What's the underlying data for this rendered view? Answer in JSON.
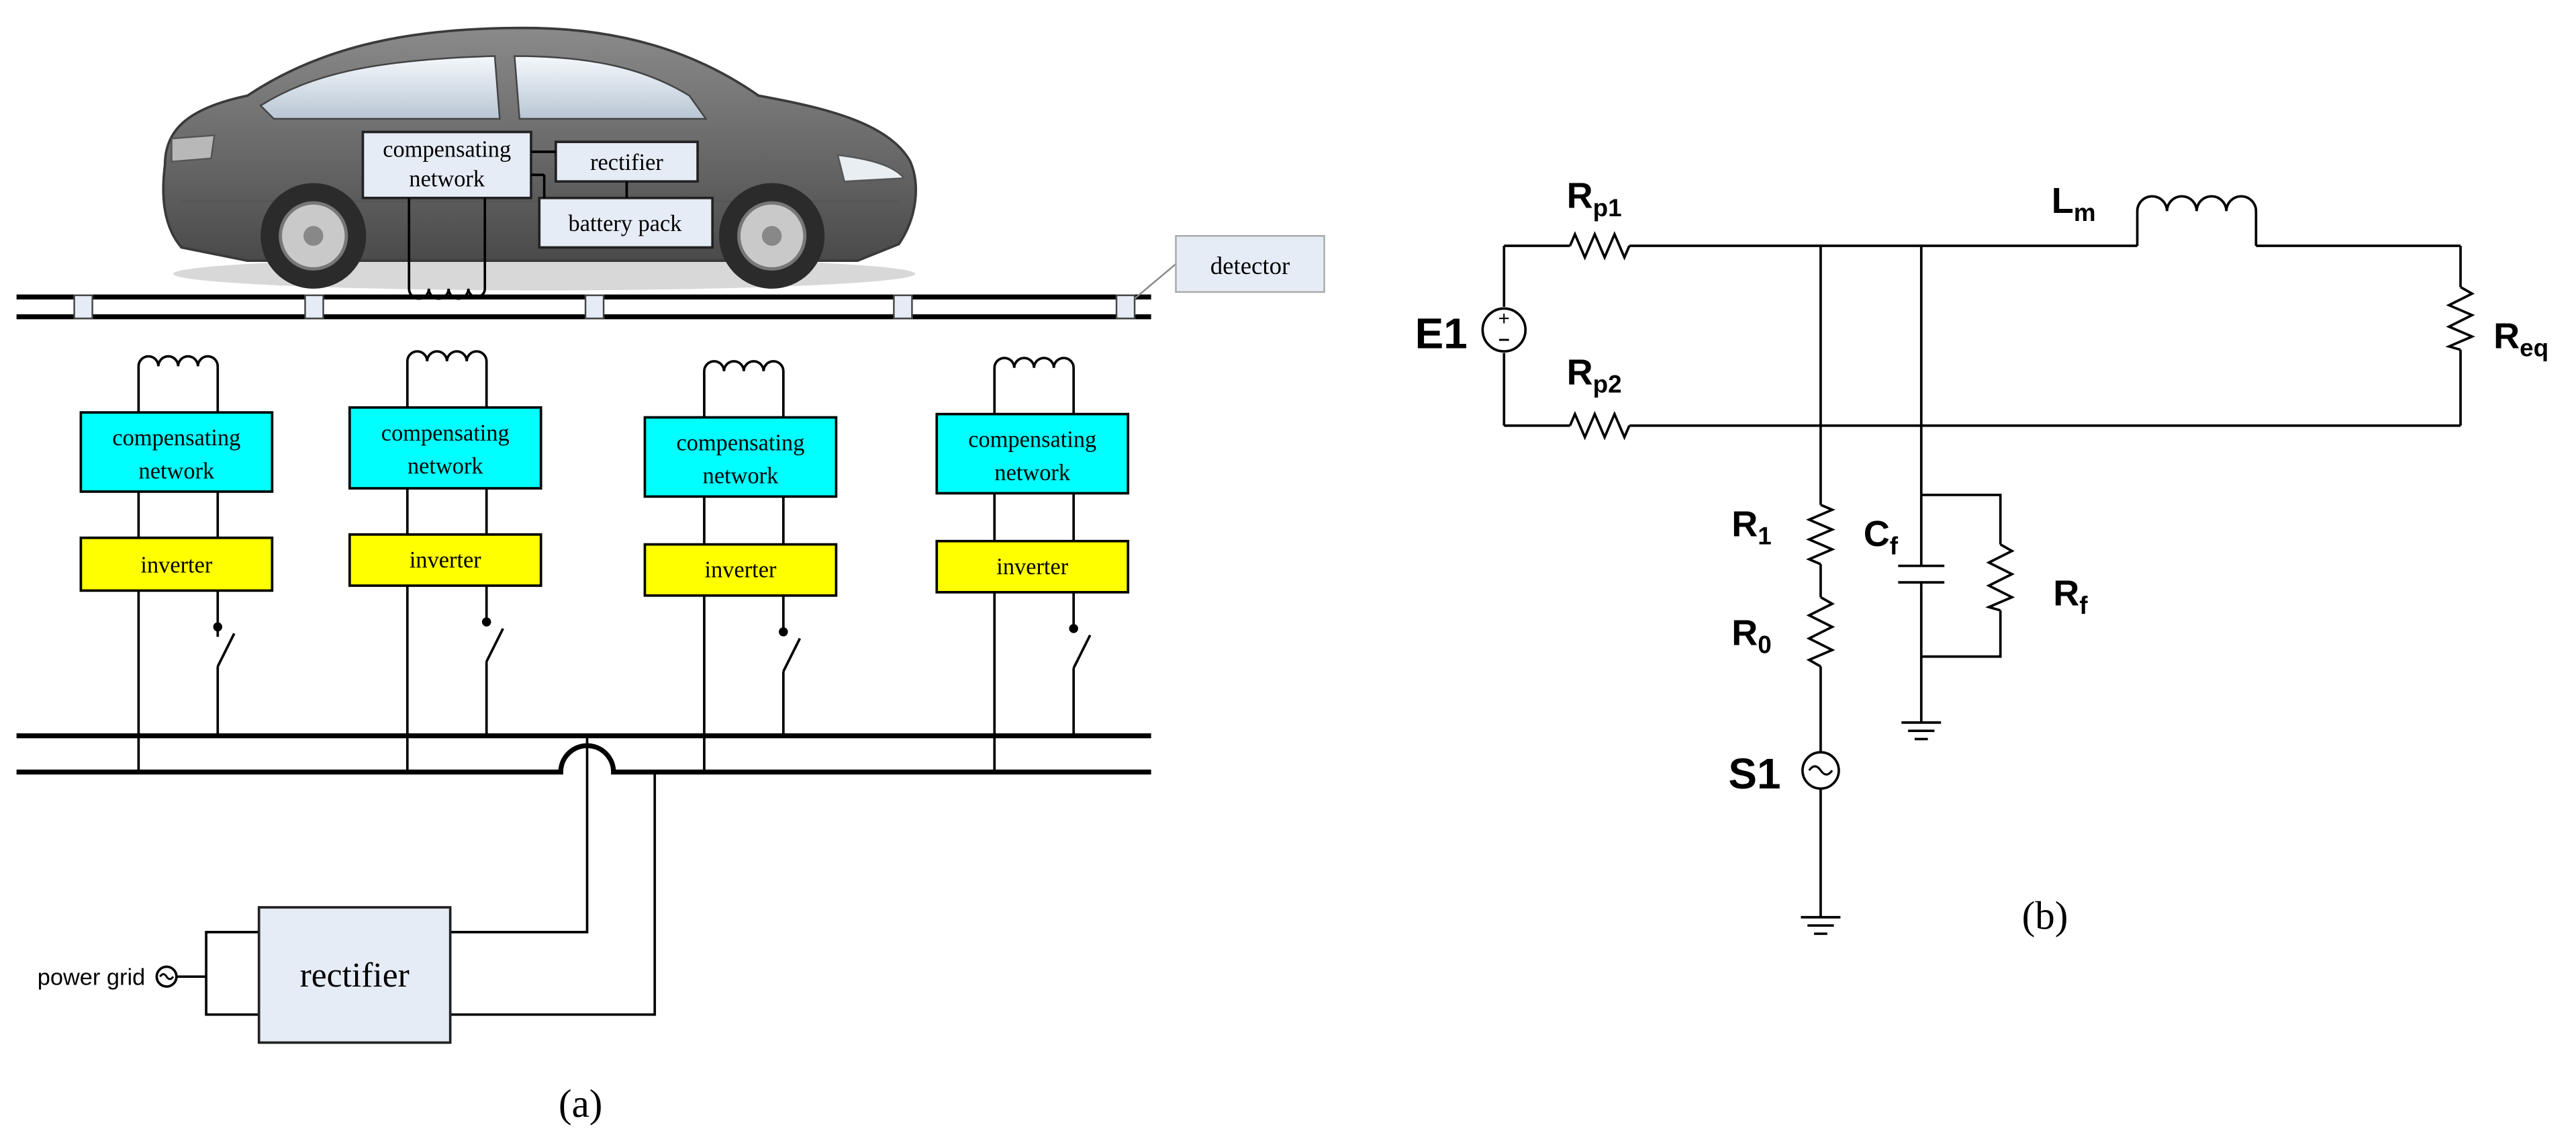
{
  "panel_a": {
    "caption": "(a)",
    "car": {
      "compensating_network": [
        "compensating",
        "network"
      ],
      "rectifier": "rectifier",
      "battery_pack": "battery pack"
    },
    "detector": "detector",
    "stations": [
      {
        "network": [
          "compensating",
          "network"
        ],
        "inverter": "inverter"
      },
      {
        "network": [
          "compensating",
          "network"
        ],
        "inverter": "inverter"
      },
      {
        "network": [
          "compensating",
          "network"
        ],
        "inverter": "inverter"
      },
      {
        "network": [
          "compensating",
          "network"
        ],
        "inverter": "inverter"
      }
    ],
    "power_grid": "power grid",
    "rectifier": "rectifier",
    "colors": {
      "network_fill": "#00ffff",
      "inverter_fill": "#ffff00",
      "box_fill": "#e6ecf6",
      "car_body": "#6e6e6e"
    }
  },
  "panel_b": {
    "caption": "(b)",
    "sources": {
      "E1": "E1",
      "S1": "S1"
    },
    "components": {
      "Rp1": {
        "main": "R",
        "sub": "p1"
      },
      "Rp2": {
        "main": "R",
        "sub": "p2"
      },
      "Lm": {
        "main": "L",
        "sub": "m"
      },
      "Req": {
        "main": "R",
        "sub": "eq"
      },
      "R1": {
        "main": "R",
        "sub": "1"
      },
      "R0": {
        "main": "R",
        "sub": "0"
      },
      "Cf": {
        "main": "C",
        "sub": "f"
      },
      "Rf": {
        "main": "R",
        "sub": "f"
      }
    }
  }
}
